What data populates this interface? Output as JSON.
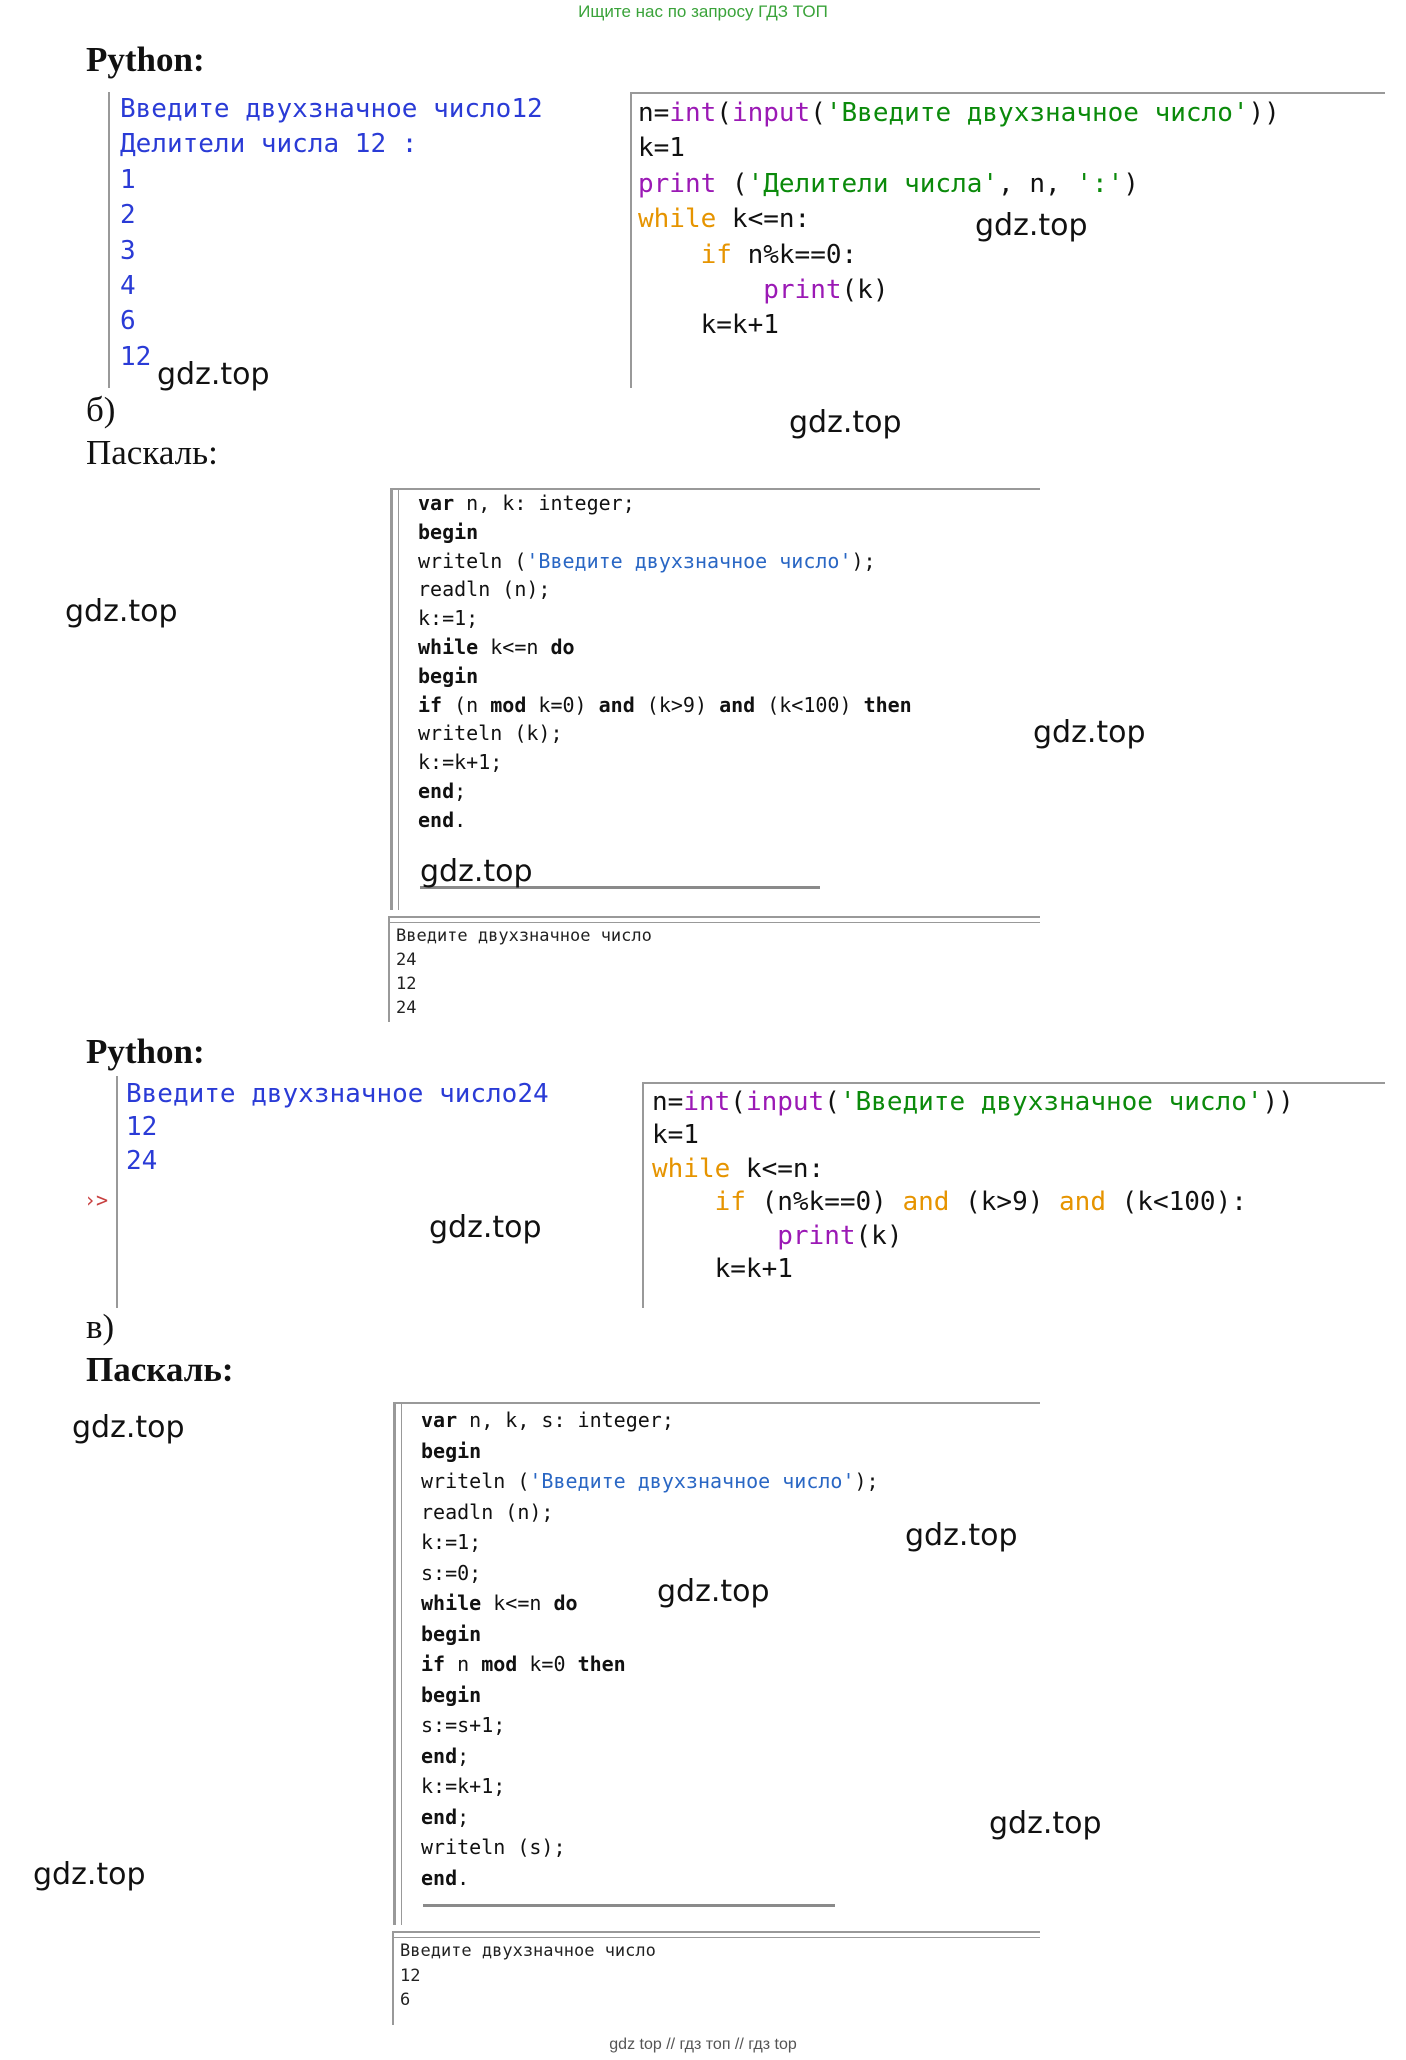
{
  "top_note": "Ищите нас по запросу ГДЗ ТОП",
  "bottom_note": "gdz top  //  гдз топ  //  гдз top",
  "watermark": "gdz.top",
  "sections": {
    "python_1": "Python:",
    "label_b": "б)",
    "pascal_1": "Паскаль:",
    "python_2": "Python:",
    "label_v": "в)",
    "pascal_2": "Паскаль:"
  },
  "py1": {
    "output": [
      "Введите двухзначное число12",
      "Делители числа 12 :",
      "1",
      "2",
      "3",
      "4",
      "6",
      "12"
    ],
    "code": [
      {
        "indent": "",
        "parts": [
          {
            "t": "n=",
            "c": ""
          },
          {
            "t": "int",
            "c": "pu"
          },
          {
            "t": "(",
            "c": ""
          },
          {
            "t": "input",
            "c": "pu"
          },
          {
            "t": "(",
            "c": ""
          },
          {
            "t": "'Введите двухзначное число'",
            "c": "gr"
          },
          {
            "t": "))",
            "c": ""
          }
        ]
      },
      {
        "indent": "",
        "parts": [
          {
            "t": "k=1",
            "c": ""
          }
        ]
      },
      {
        "indent": "",
        "parts": [
          {
            "t": "print",
            "c": "pu"
          },
          {
            "t": " (",
            "c": ""
          },
          {
            "t": "'Делители числа'",
            "c": "gr"
          },
          {
            "t": ", n, ",
            "c": ""
          },
          {
            "t": "':'",
            "c": "gr"
          },
          {
            "t": ")",
            "c": ""
          }
        ]
      },
      {
        "indent": "",
        "parts": [
          {
            "t": "while",
            "c": "or"
          },
          {
            "t": " k<=n:",
            "c": ""
          }
        ]
      },
      {
        "indent": "    ",
        "parts": [
          {
            "t": "if",
            "c": "or"
          },
          {
            "t": " n%k==0:",
            "c": ""
          }
        ]
      },
      {
        "indent": "        ",
        "parts": [
          {
            "t": "print",
            "c": "pu"
          },
          {
            "t": "(k)",
            "c": ""
          }
        ]
      },
      {
        "indent": "    ",
        "parts": [
          {
            "t": "k=k+1",
            "c": ""
          }
        ]
      }
    ]
  },
  "pas1": {
    "code": [
      [
        {
          "t": "var",
          "c": "kw"
        },
        {
          "t": " n, k: integer;",
          "c": ""
        }
      ],
      [
        {
          "t": "begin",
          "c": "kw"
        }
      ],
      [
        {
          "t": "writeln (",
          "c": ""
        },
        {
          "t": "'Введите двухзначное число'",
          "c": "str"
        },
        {
          "t": ");",
          "c": ""
        }
      ],
      [
        {
          "t": "readln (n);",
          "c": ""
        }
      ],
      [
        {
          "t": "k:=1;",
          "c": ""
        }
      ],
      [
        {
          "t": "while",
          "c": "kw"
        },
        {
          "t": " k<=n ",
          "c": ""
        },
        {
          "t": "do",
          "c": "kw"
        }
      ],
      [
        {
          "t": "begin",
          "c": "kw"
        }
      ],
      [
        {
          "t": "if",
          "c": "kw"
        },
        {
          "t": " (n ",
          "c": ""
        },
        {
          "t": "mod",
          "c": "kw"
        },
        {
          "t": " k=0) ",
          "c": ""
        },
        {
          "t": "and",
          "c": "kw"
        },
        {
          "t": " (k>9) ",
          "c": ""
        },
        {
          "t": "and",
          "c": "kw"
        },
        {
          "t": " (k<100) ",
          "c": ""
        },
        {
          "t": "then",
          "c": "kw"
        }
      ],
      [
        {
          "t": "writeln (k);",
          "c": ""
        }
      ],
      [
        {
          "t": "k:=k+1;",
          "c": ""
        }
      ],
      [
        {
          "t": "end",
          "c": "kw"
        },
        {
          "t": ";",
          "c": ""
        }
      ],
      [
        {
          "t": "end",
          "c": "kw"
        },
        {
          "t": ".",
          "c": ""
        }
      ]
    ],
    "output": [
      "Введите двухзначное число",
      "24",
      "12",
      "24"
    ]
  },
  "py2": {
    "output": [
      "Введите двухзначное число24",
      "12",
      "24"
    ],
    "prompt": "›>",
    "code": [
      {
        "indent": "",
        "parts": [
          {
            "t": "n=",
            "c": ""
          },
          {
            "t": "int",
            "c": "pu"
          },
          {
            "t": "(",
            "c": ""
          },
          {
            "t": "input",
            "c": "pu"
          },
          {
            "t": "(",
            "c": ""
          },
          {
            "t": "'Введите двухзначное число'",
            "c": "gr"
          },
          {
            "t": "))",
            "c": ""
          }
        ]
      },
      {
        "indent": "",
        "parts": [
          {
            "t": "k=1",
            "c": ""
          }
        ]
      },
      {
        "indent": "",
        "parts": [
          {
            "t": "while",
            "c": "or"
          },
          {
            "t": " k<=n:",
            "c": ""
          }
        ]
      },
      {
        "indent": "    ",
        "parts": [
          {
            "t": "if",
            "c": "or"
          },
          {
            "t": " (n%k==0) ",
            "c": ""
          },
          {
            "t": "and",
            "c": "or"
          },
          {
            "t": " (k>9) ",
            "c": ""
          },
          {
            "t": "and",
            "c": "or"
          },
          {
            "t": " (k<100):",
            "c": ""
          }
        ]
      },
      {
        "indent": "        ",
        "parts": [
          {
            "t": "print",
            "c": "pu"
          },
          {
            "t": "(k)",
            "c": ""
          }
        ]
      },
      {
        "indent": "    ",
        "parts": [
          {
            "t": "k=k+1",
            "c": ""
          }
        ]
      }
    ]
  },
  "pas2": {
    "code": [
      [
        {
          "t": "var",
          "c": "kw"
        },
        {
          "t": " n, k, s: integer;",
          "c": ""
        }
      ],
      [
        {
          "t": "begin",
          "c": "kw"
        }
      ],
      [
        {
          "t": "writeln (",
          "c": ""
        },
        {
          "t": "'Введите двухзначное число'",
          "c": "str"
        },
        {
          "t": ");",
          "c": ""
        }
      ],
      [
        {
          "t": "readln (n);",
          "c": ""
        }
      ],
      [
        {
          "t": "k:=1;",
          "c": ""
        }
      ],
      [
        {
          "t": "s:=0;",
          "c": ""
        }
      ],
      [
        {
          "t": "while",
          "c": "kw"
        },
        {
          "t": " k<=n ",
          "c": ""
        },
        {
          "t": "do",
          "c": "kw"
        }
      ],
      [
        {
          "t": "begin",
          "c": "kw"
        }
      ],
      [
        {
          "t": "if",
          "c": "kw"
        },
        {
          "t": " n ",
          "c": ""
        },
        {
          "t": "mod",
          "c": "kw"
        },
        {
          "t": " k=0 ",
          "c": ""
        },
        {
          "t": "then",
          "c": "kw"
        }
      ],
      [
        {
          "t": "begin",
          "c": "kw"
        }
      ],
      [
        {
          "t": "s:=s+1;",
          "c": ""
        }
      ],
      [
        {
          "t": "end",
          "c": "kw"
        },
        {
          "t": ";",
          "c": ""
        }
      ],
      [
        {
          "t": "k:=k+1;",
          "c": ""
        }
      ],
      [
        {
          "t": "end",
          "c": "kw"
        },
        {
          "t": ";",
          "c": ""
        }
      ],
      [
        {
          "t": "writeln (s);",
          "c": ""
        }
      ],
      [
        {
          "t": "end",
          "c": "kw"
        },
        {
          "t": ".",
          "c": ""
        }
      ]
    ],
    "output": [
      "Введите двухзначное число",
      "12",
      "6"
    ]
  }
}
